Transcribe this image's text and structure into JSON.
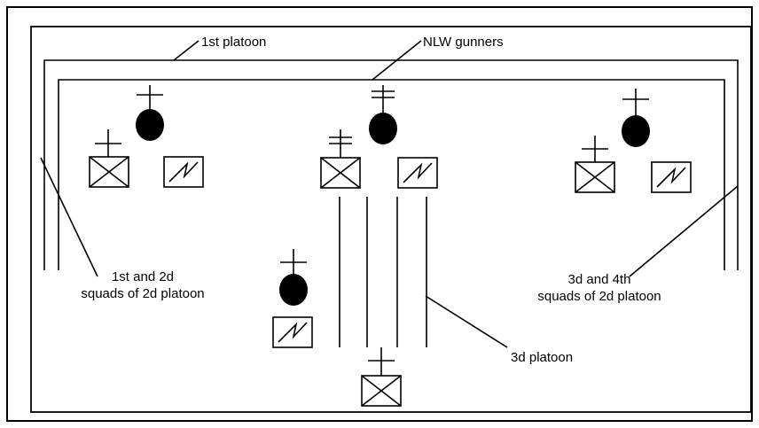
{
  "labels": {
    "first_platoon": "1st platoon",
    "nlw_gunners": "NLW gunners",
    "squads_12_line1": "1st and 2d",
    "squads_12_line2": "squads of 2d platoon",
    "squads_34_line1": "3d and 4th",
    "squads_34_line2": "squads of 2d platoon",
    "third_platoon": "3d platoon"
  },
  "symbols": {
    "infantry_unit": "box-with-x",
    "weapon_unit": "box-with-zigzag",
    "leader": "filled-oval",
    "rank_mark": "cross"
  },
  "colors": {
    "stroke": "#000000",
    "background": "#ffffff"
  }
}
